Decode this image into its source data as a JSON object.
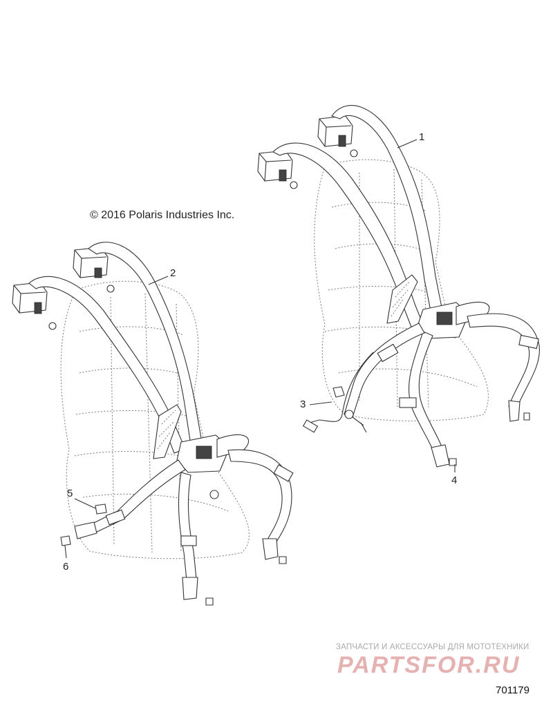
{
  "copyright": "© 2016 Polaris Industries Inc.",
  "callouts": [
    {
      "id": "c1",
      "label": "1"
    },
    {
      "id": "c2",
      "label": "2"
    },
    {
      "id": "c3",
      "label": "3"
    },
    {
      "id": "c4",
      "label": "4"
    },
    {
      "id": "c5",
      "label": "5"
    },
    {
      "id": "c6",
      "label": "6"
    }
  ],
  "watermark": {
    "subtitle": "ЗАПЧАСТИ И АКСЕССУАРЫ ДЛЯ МОТОТЕХНИКИ",
    "logo": "PARTSFOR.RU",
    "color": "#e5b1b1"
  },
  "document_number": "701179"
}
